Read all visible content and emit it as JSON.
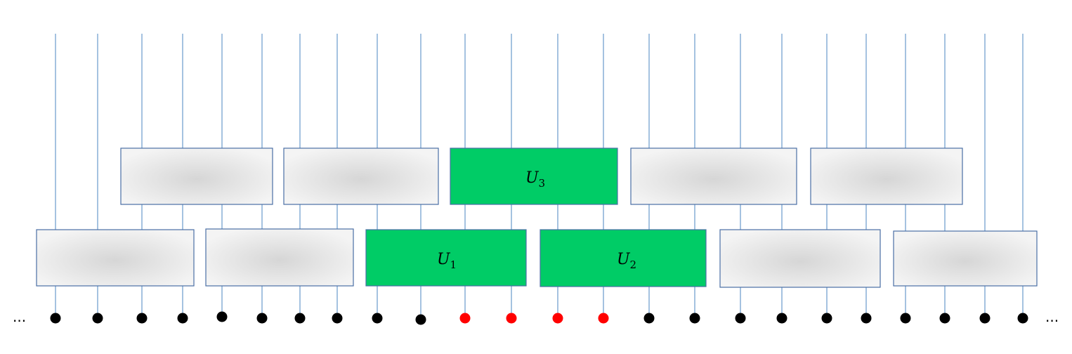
{
  "diagram": {
    "ellipsis_left": "...",
    "ellipsis_right": "...",
    "gates": {
      "u1": {
        "letter": "U",
        "sub": "1"
      },
      "u2": {
        "letter": "U",
        "sub": "2"
      },
      "u3": {
        "letter": "U",
        "sub": "3"
      }
    },
    "qubit_count": 24,
    "highlighted_qubits": [
      11,
      12,
      13,
      14
    ],
    "colors": {
      "wire": "#5b8fc7",
      "highlight_gate": "#00cc66",
      "qubit_normal": "#000000",
      "qubit_highlight": "#ff0000"
    }
  }
}
